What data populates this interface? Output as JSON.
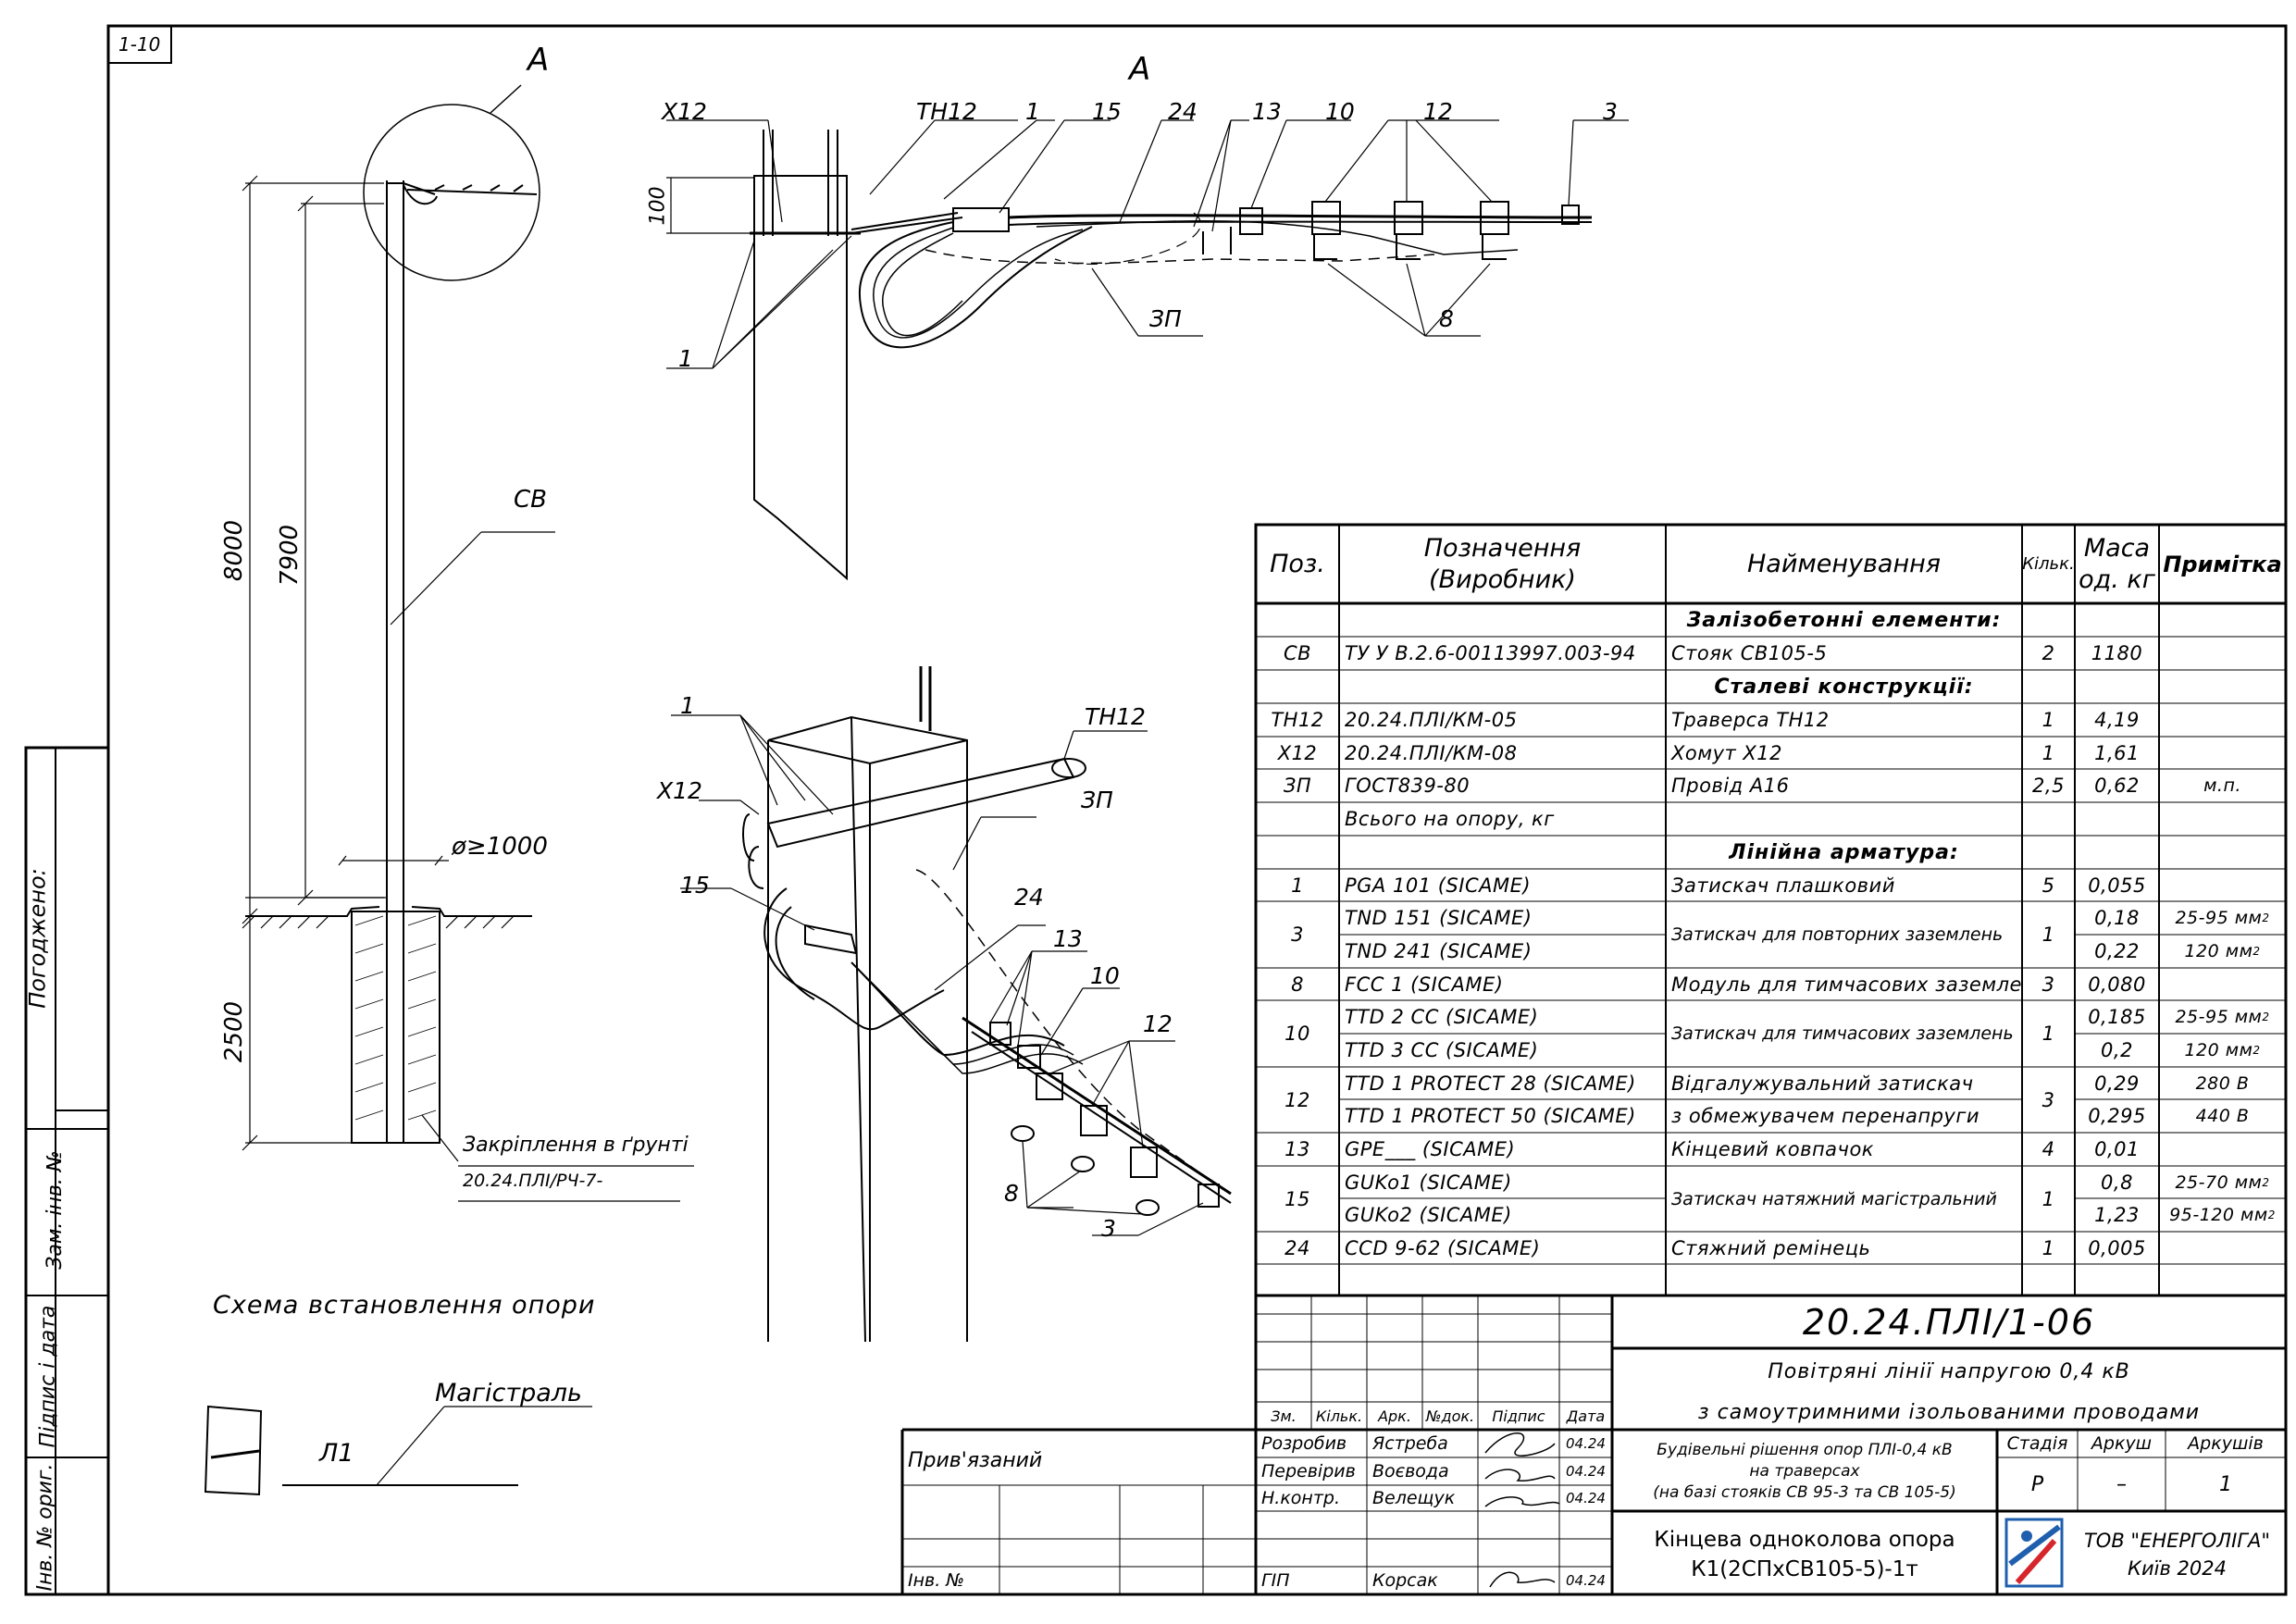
{
  "sheet_tag": "1-10",
  "side_panel": {
    "agreed": "Погоджено:",
    "replaced_inv": "Зам. інв. №",
    "sign_date": "Підпис і дата",
    "orig_inv": "Інв. № ориг."
  },
  "drawing": {
    "view_a_left": "A",
    "view_a_top": "A",
    "dim_8000": "8000",
    "dim_7900": "7900",
    "dim_2500": "2500",
    "dim_100": "100",
    "dia": "ø≥1000",
    "sv_label": "СВ",
    "fixing_line1": "Закріплення в ґрунті",
    "fixing_line2": "20.24.ПЛІ/РЧ-7-",
    "caption": "Схема встановлення опори",
    "magistral": "Магістраль",
    "l1": "Л1",
    "top_callouts": {
      "x12": "X12",
      "th12": "ТН12",
      "n1": "1",
      "n15": "15",
      "n24": "24",
      "n13": "13",
      "n10": "10",
      "n12": "12",
      "n3": "3",
      "n1b": "1",
      "zp": "ЗП",
      "n8": "8"
    },
    "iso_callouts": {
      "n1": "1",
      "th12": "ТН12",
      "x12": "X12",
      "zp": "ЗП",
      "n15": "15",
      "n24": "24",
      "n13": "13",
      "n10": "10",
      "n12": "12",
      "n8": "8",
      "n3": "3"
    }
  },
  "spec": {
    "headers": {
      "pos": "Поз.",
      "des1": "Позначення",
      "des2": "(Виробник)",
      "name": "Найменування",
      "qty": "Кільк.",
      "mass1": "Маса",
      "mass2": "од. кг",
      "note": "Примітка"
    },
    "rows": [
      {
        "type": "section",
        "name": "Залізобетонні елементи:"
      },
      {
        "pos": "СВ",
        "des": "ТУ У В.2.6-00113997.003-94",
        "name": "Стояк СВ105-5",
        "qty": "2",
        "mass": "1180",
        "note": ""
      },
      {
        "type": "section",
        "name": "Сталеві конструкції:"
      },
      {
        "pos": "ТН12",
        "des": "20.24.ПЛІ/КМ-05",
        "name": "Траверса ТН12",
        "qty": "1",
        "mass": "4,19",
        "note": ""
      },
      {
        "pos": "Х12",
        "des": "20.24.ПЛІ/КМ-08",
        "name": "Хомут Х12",
        "qty": "1",
        "mass": "1,61",
        "note": ""
      },
      {
        "pos": "ЗП",
        "des": "ГОСТ839-80",
        "name": "Провід А16",
        "qty": "2,5",
        "mass": "0,62",
        "note": "м.п."
      },
      {
        "pos": "",
        "des": "Всього на опору, кг",
        "name": "",
        "qty": "",
        "mass": "",
        "note": ""
      },
      {
        "type": "section",
        "name": "Лінійна арматура:"
      },
      {
        "pos": "1",
        "des": "PGA 101  (SICAME)",
        "name": "Затискач плашковий",
        "qty": "5",
        "mass": "0,055",
        "note": ""
      },
      {
        "pos": "3",
        "des": "TND 151  (SICAME)",
        "des2": "TND 241  (SICAME)",
        "name": "Затискач для повторних заземлень",
        "qty": "1",
        "mass": "0,18",
        "mass2": "0,22",
        "note": "25-95 мм",
        "note2": "120 мм",
        "sup": "2"
      },
      {
        "pos": "8",
        "des": "FCC 1  (SICAME)",
        "name": "Модуль для тимчасових заземлень",
        "qty": "3",
        "mass": "0,080",
        "note": ""
      },
      {
        "pos": "10",
        "des": "TTD 2 CC  (SICAME)",
        "des2": "TTD 3 CC  (SICAME)",
        "name": "Затискач для тимчасових заземлень",
        "qty": "1",
        "mass": "0,185",
        "mass2": "0,2",
        "note": "25-95 мм",
        "note2": "120 мм",
        "sup": "2"
      },
      {
        "pos": "12",
        "des": "TTD 1 PROTECT 28  (SICAME)",
        "des2": "TTD 1 PROTECT 50  (SICAME)",
        "name": "Відгалужувальний затискач",
        "name2": "з обмежувачем перенапруги",
        "qty": "3",
        "mass": "0,29",
        "mass2": "0,295",
        "note": "280 В",
        "note2": "440 В"
      },
      {
        "pos": "13",
        "des": "GPE___  (SICAME)",
        "name": "Кінцевий ковпачок",
        "qty": "4",
        "mass": "0,01",
        "note": ""
      },
      {
        "pos": "15",
        "des": "GUKo1  (SICAME)",
        "des2": "GUKo2  (SICAME)",
        "name": "Затискач натяжний магістральний",
        "qty": "1",
        "mass": "0,8",
        "mass2": "1,23",
        "note": "25-70 мм",
        "note2": "95-120 мм",
        "sup": "2"
      },
      {
        "pos": "24",
        "des": "CCD 9-62  (SICAME)",
        "name": "Стяжний ремінець",
        "qty": "1",
        "mass": "0,005",
        "note": ""
      }
    ]
  },
  "title_block": {
    "code": "20.24.ПЛІ/1-06",
    "title1": "Повітряні лінії напругою 0,4 кВ",
    "title2": "з самоутримними ізольованими проводами",
    "cols": {
      "zm": "Зм.",
      "kilk": "Кільк.",
      "ark": "Арк.",
      "ndoc": "№док.",
      "sign": "Підпис",
      "date": "Дата"
    },
    "people": [
      {
        "role": "Розробив",
        "name": "Ястреба",
        "date": "04.24"
      },
      {
        "role": "Перевірив",
        "name": "Воєвода",
        "date": "04.24"
      },
      {
        "role": "Н.контр.",
        "name": "Велещук",
        "date": "04.24"
      },
      {
        "role": "ГІП",
        "name": "Корсак",
        "date": "04.24"
      }
    ],
    "linked": "Прив'язаний",
    "inv": "Інв. №",
    "desc1": "Будівельні рішення опор ПЛІ-0,4 кВ",
    "desc2": "на траверсах",
    "desc3": "(на базі стояків СВ 95-3 та СВ 105-5)",
    "stage_h": "Стадія",
    "sheet_h": "Аркуш",
    "sheets_h": "Аркушів",
    "stage": "Р",
    "sheet": "–",
    "sheets": "1",
    "sheet_name1": "Кінцева одноколова опора",
    "sheet_name2": "К1(2СПхСВ105-5)-1т",
    "company1": "ТОВ \"ЕНЕРГОЛІГА\"",
    "company2": "Київ 2024"
  },
  "colors": {
    "logo_blue": "#1f5fae",
    "logo_red": "#d7262b"
  }
}
